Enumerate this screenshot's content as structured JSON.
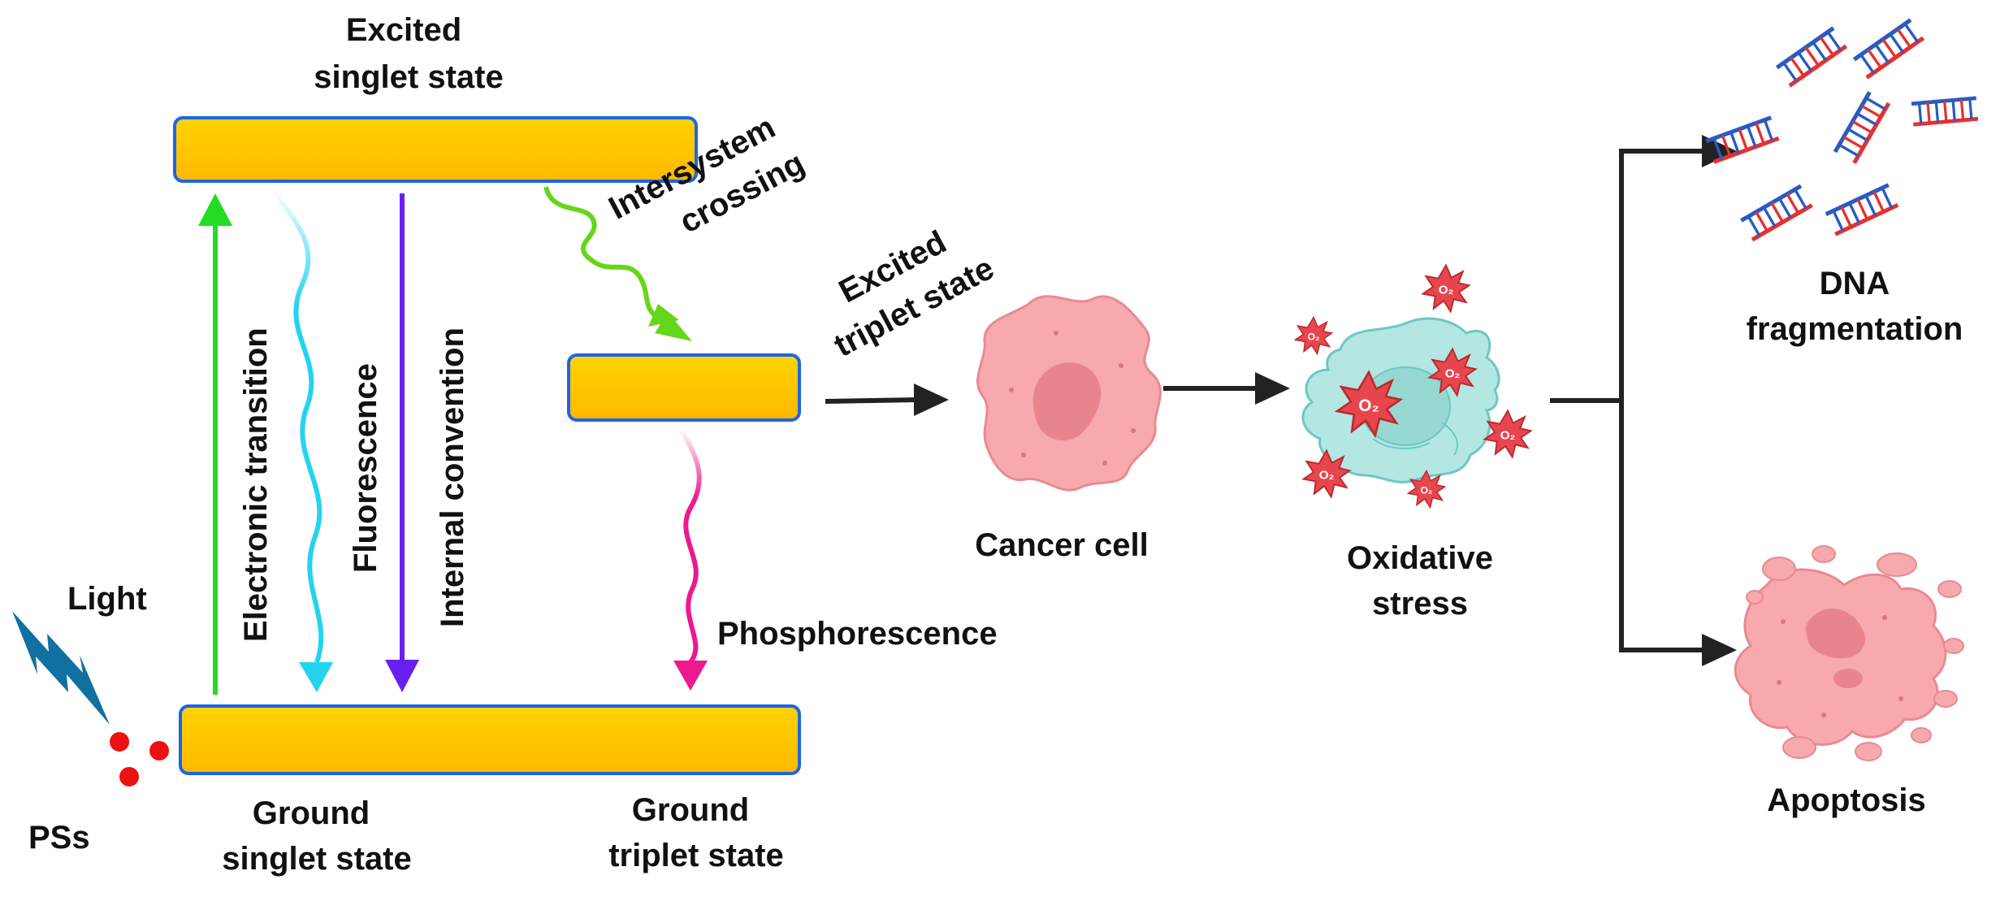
{
  "labels": {
    "excited_singlet_l1": "Excited",
    "excited_singlet_l2": "singlet state",
    "intersystem_l1": "Intersystem",
    "intersystem_l2": "crossing",
    "excited_triplet_l1": "Excited",
    "excited_triplet_l2": "triplet state",
    "electronic_transition": "Electronic transition",
    "fluorescence": "Fluorescence",
    "internal_convention": "Internal convention",
    "phosphorescence": "Phosphorescence",
    "light": "Light",
    "pss": "PSs",
    "ground_singlet_l1": "Ground",
    "ground_singlet_l2": "singlet state",
    "ground_triplet_l1": "Ground",
    "ground_triplet_l2": "triplet state",
    "cancer_cell": "Cancer cell",
    "oxidative_l1": "Oxidative",
    "oxidative_l2": "stress",
    "dna_l1": "DNA",
    "dna_l2": "fragmentation",
    "apoptosis": "Apoptosis",
    "o2": "O2"
  },
  "colors": {
    "energy_level_fill": "#FFD000",
    "energy_level_stroke": "#1E64E6",
    "electronic_transition_arrow": "#22DD22",
    "fluorescence_arrow": "#22D4EE",
    "internal_convention_arrow": "#6A1FF0",
    "intersystem_arrow": "#66D61A",
    "phosphorescence_arrow": "#EE1890",
    "light_bolt": "#1070A0",
    "ps_dots": "#EE1111",
    "cell_pink": "#F7A9AE",
    "nucleus": "#E8858C",
    "stressed_cell": "#B4E6E2",
    "ros_star": "#E8464E",
    "dna_blue": "#2A5BC0",
    "dna_red": "#E23232"
  },
  "icons": [
    "lightning-icon",
    "cancer-cell-icon",
    "stressed-cell-icon",
    "reactive-oxygen-icon",
    "dna-fragment-icon",
    "apoptotic-cell-icon"
  ]
}
